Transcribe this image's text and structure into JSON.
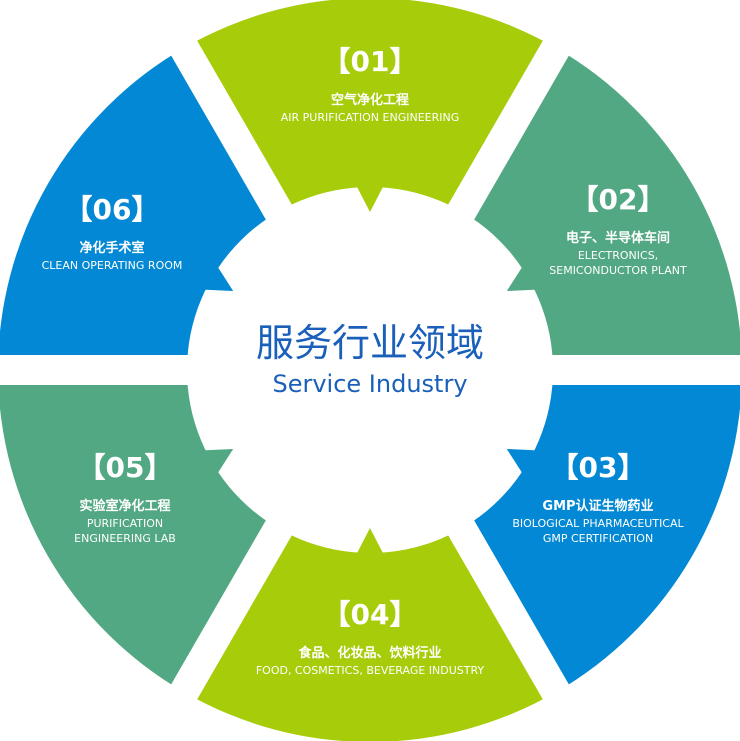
{
  "center": {
    "title_zh": "服务行业领域",
    "title_en": "Service Industry"
  },
  "colors": {
    "lime": "#a6cc0a",
    "teal": "#52a882",
    "blue": "#0288d4",
    "center_text": "#1a5fba"
  },
  "segments": [
    {
      "number": "【01】",
      "title_zh": "空气净化工程",
      "title_en": [
        "AIR PURIFICATION ENGINEERING"
      ],
      "color": "#a6cc0a"
    },
    {
      "number": "【02】",
      "title_zh": "电子、半导体车间",
      "title_en": [
        "ELECTRONICS,",
        "SEMICONDUCTOR PLANT"
      ],
      "color": "#52a882"
    },
    {
      "number": "【03】",
      "title_zh": "GMP认证生物药业",
      "title_en": [
        "BIOLOGICAL PHARMACEUTICAL",
        "GMP CERTIFICATION"
      ],
      "color": "#0288d4"
    },
    {
      "number": "【04】",
      "title_zh": "食品、化妆品、饮料行业",
      "title_en": [
        "FOOD, COSMETICS, BEVERAGE INDUSTRY"
      ],
      "color": "#a6cc0a"
    },
    {
      "number": "【05】",
      "title_zh": "实验室净化工程",
      "title_en": [
        "PURIFICATION",
        "ENGINEERING LAB"
      ],
      "color": "#52a882"
    },
    {
      "number": "【06】",
      "title_zh": "净化手术室",
      "title_en": [
        "CLEAN OPERATING ROOM"
      ],
      "color": "#0288d4"
    }
  ]
}
